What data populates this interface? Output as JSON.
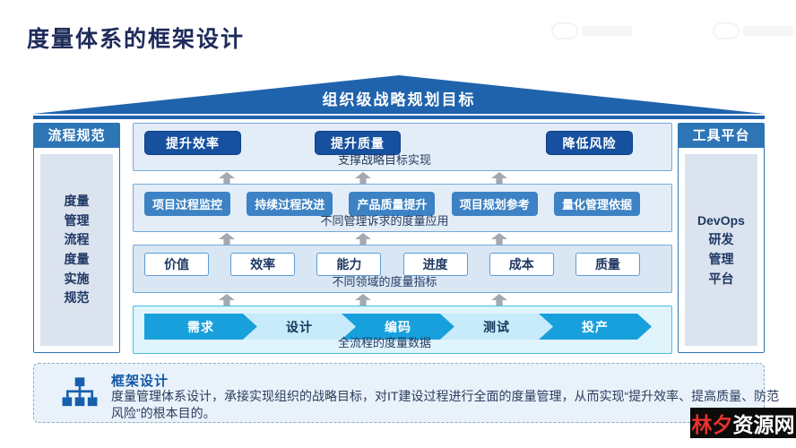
{
  "page": {
    "title": "度量体系的框架设计"
  },
  "roof": {
    "label": "组织级战略规划目标"
  },
  "left_panel": {
    "header": "流程规范",
    "body": "度量\n管理\n流程\n度量\n实施\n规范"
  },
  "right_panel": {
    "header": "工具平台",
    "body": "DevOps\n研发\n管理\n平台"
  },
  "rows": [
    {
      "caption": "支撑战略目标实现",
      "items": [
        "提升效率",
        "提升质量",
        "降低风险"
      ]
    },
    {
      "caption": "不同管理诉求的度量应用",
      "items": [
        "项目过程监控",
        "持续过程改进",
        "产品质量提升",
        "项目规划参考",
        "量化管理依据"
      ]
    },
    {
      "caption": "不同领域的度量指标",
      "items": [
        "价值",
        "效率",
        "能力",
        "进度",
        "成本",
        "质量"
      ]
    },
    {
      "caption": "全流程的度量数据",
      "items": [
        "需求",
        "设计",
        "编码",
        "测试",
        "投产"
      ]
    }
  ],
  "footer": {
    "title": "框架设计",
    "body": "度量管理体系设计，承接实现组织的战略目标，对IT建设过程进行全面的度量管理，从而实现“提升效率、提高质量、防范风险”的根本目的。"
  },
  "badge": {
    "red_text": "林夕",
    "white_text": "资源网"
  },
  "icons": {
    "org_chart_icon": "org-chart",
    "up_arrow_icon": "up-arrow",
    "cloud_watermark_icon": "cloud-watermark"
  },
  "colors": {
    "title_navy": "#1e2b5a",
    "roof_blue": "#2063ad",
    "dark_button_blue": "#16509e",
    "mid_button_blue": "#3c82c4",
    "panel_header_blue": "#2e75b6",
    "row_bg_light_blue": "#e3edf7",
    "row4_bg_cyan": "#e0f4fc",
    "chevron_bright": "#18a0dc",
    "chevron_light": "#c7ebfa",
    "footer_bg": "#e9f2fa",
    "footer_title_blue": "#1256a8",
    "badge_bg": "#0b0b0b",
    "badge_red": "#e8312f",
    "arrow_gray": "#a3a9af"
  }
}
